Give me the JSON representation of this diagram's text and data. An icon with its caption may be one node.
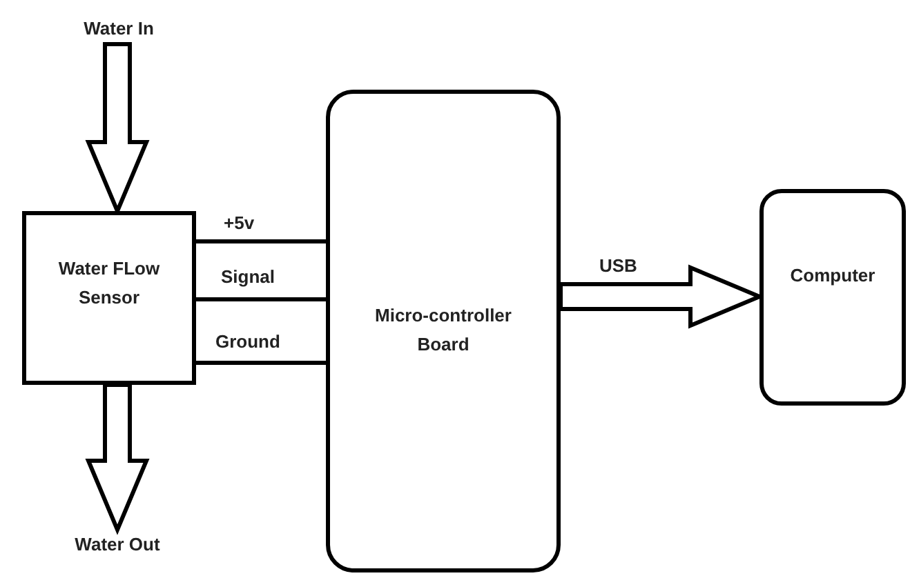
{
  "diagram": {
    "nodes": [
      {
        "text": [
          "Water In"
        ]
      },
      {
        "text": [
          "Water FLow Sensor"
        ]
      },
      {
        "text": [
          "Water Out"
        ]
      },
      {
        "text": [
          "Micro-controller Board"
        ]
      },
      {
        "text": [
          "Computer"
        ]
      }
    ],
    "edges": [
      {
        "from": 0,
        "to": 1,
        "arrow": "to",
        "style": "thick"
      },
      {
        "from": 1,
        "to": 2,
        "arrow": "to",
        "style": "thick"
      },
      {
        "from": 1,
        "to": 3,
        "arrow": "none",
        "label": "+5v"
      },
      {
        "from": 1,
        "to": 3,
        "arrow": "none",
        "label": "Signal"
      },
      {
        "from": 1,
        "to": 3,
        "arrow": "none",
        "label": "Ground"
      },
      {
        "from": 3,
        "to": 4,
        "arrow": "to",
        "style": "thick",
        "label": "USB"
      }
    ]
  }
}
